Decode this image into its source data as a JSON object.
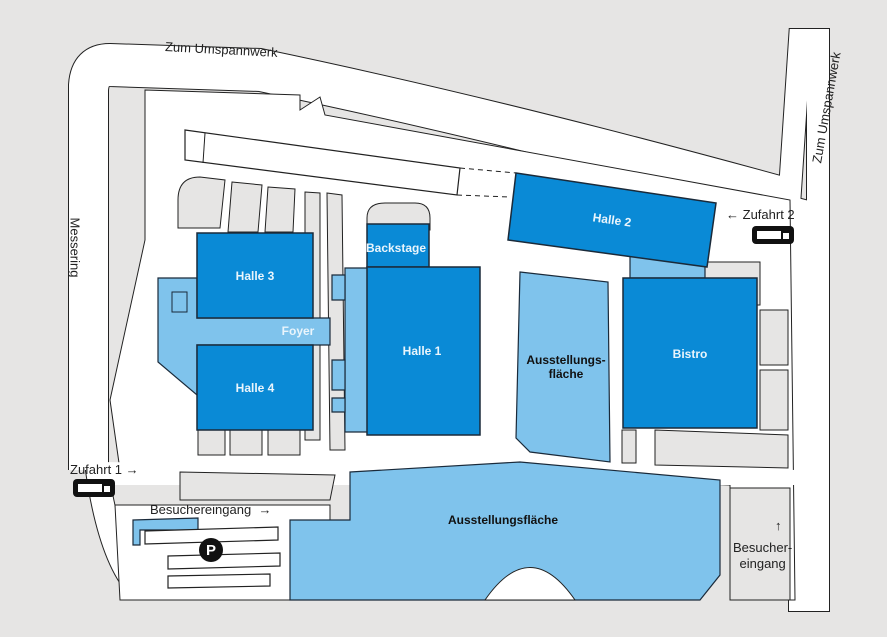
{
  "colors": {
    "background": "#e6e5e4",
    "road": "#ffffff",
    "hall": "#0a8ad6",
    "exhibition": "#7fc3ec",
    "outline": "#1a2a3a"
  },
  "roads": {
    "top": "Zum Umspannwerk",
    "right": "Zum Umspannwerk",
    "left": "Messering"
  },
  "buildings": {
    "halle1": "Halle 1",
    "halle2": "Halle 2",
    "halle3": "Halle 3",
    "halle4": "Halle 4",
    "backstage": "Backstage",
    "foyer": "Foyer",
    "bistro": "Bistro",
    "ausstellung_mid": "Ausstellungs-\nfläche",
    "ausstellung_bottom": "Ausstellungsfläche"
  },
  "entrances": {
    "zufahrt1": "Zufahrt 1",
    "zufahrt2": "Zufahrt 2",
    "besucher_left": "Besuchereingang",
    "besucher_right": "Besucher-\neingang"
  },
  "icons": {
    "parking": "P",
    "arrow": "→",
    "arrow_left": "←",
    "arrow_up": "↑"
  }
}
